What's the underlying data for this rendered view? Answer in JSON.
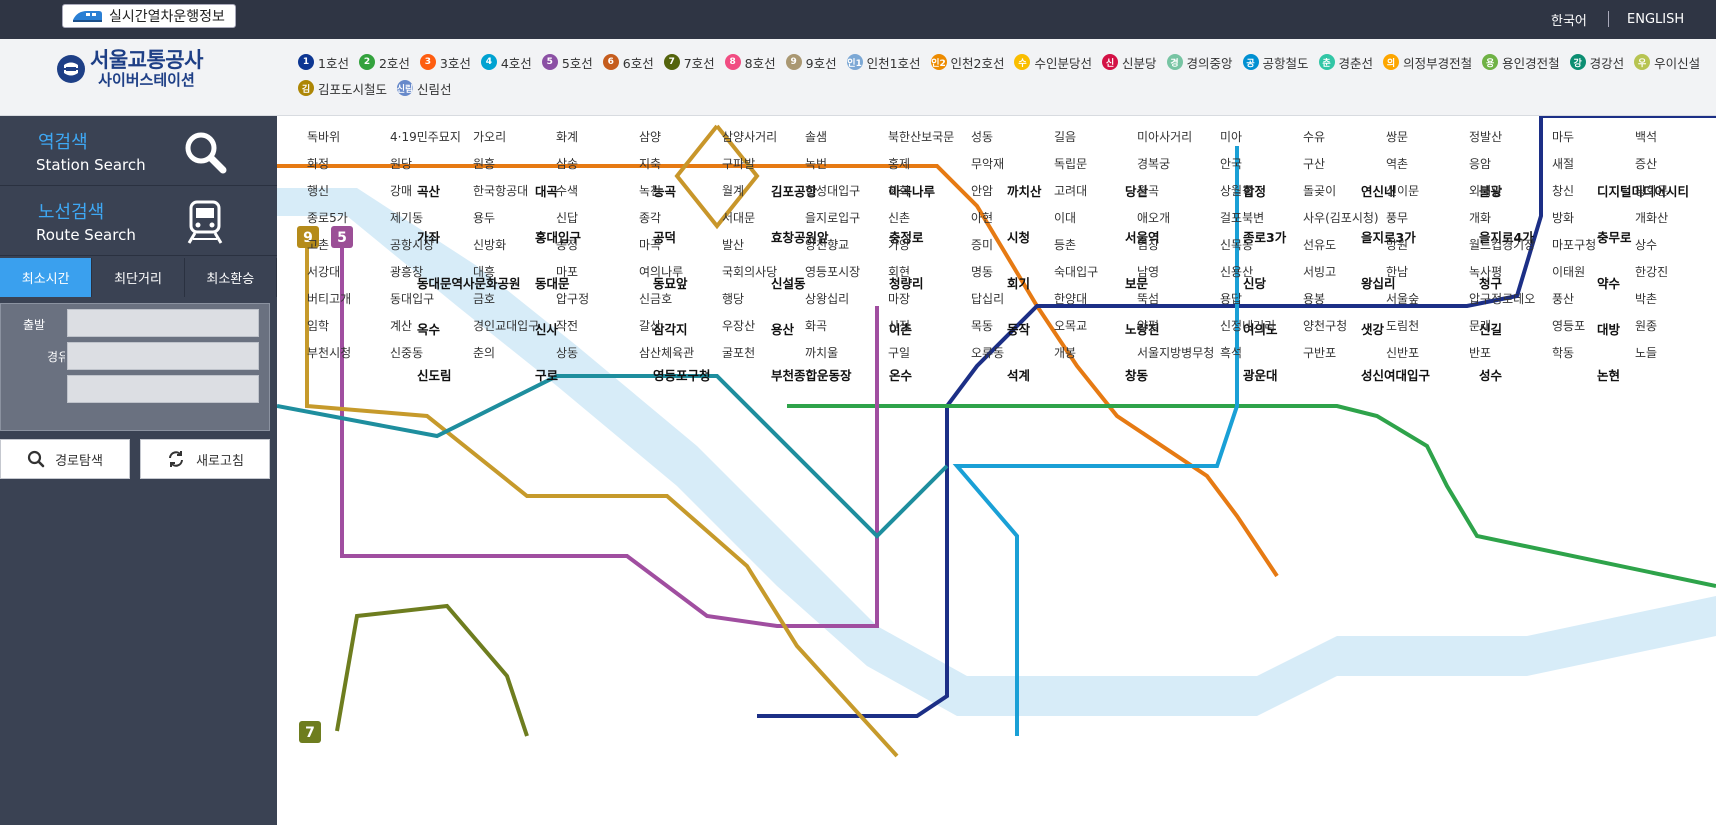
{
  "topbar": {
    "realtime_label": "실시간열차운행정보",
    "lang_ko": "한국어",
    "lang_en": "ENGLISH"
  },
  "logo": {
    "main": "서울교통공사",
    "sub": "사이버스테이션"
  },
  "legend": [
    {
      "badge": "1",
      "label": "1호선",
      "color": "#0d3692"
    },
    {
      "badge": "2",
      "label": "2호선",
      "color": "#33a23d"
    },
    {
      "badge": "3",
      "label": "3호선",
      "color": "#fe5d10"
    },
    {
      "badge": "4",
      "label": "4호선",
      "color": "#00a2d1"
    },
    {
      "badge": "5",
      "label": "5호선",
      "color": "#8b50a4"
    },
    {
      "badge": "6",
      "label": "6호선",
      "color": "#c55c1d"
    },
    {
      "badge": "7",
      "label": "7호선",
      "color": "#54640d"
    },
    {
      "badge": "8",
      "label": "8호선",
      "color": "#f14c82"
    },
    {
      "badge": "9",
      "label": "9호선",
      "color": "#aa9872"
    },
    {
      "badge": "인1",
      "label": "인천1호선",
      "color": "#7ca8d5"
    },
    {
      "badge": "인2",
      "label": "인천2호선",
      "color": "#ed8b00"
    },
    {
      "badge": "수",
      "label": "수인분당선",
      "color": "#fabe00"
    },
    {
      "badge": "신",
      "label": "신분당",
      "color": "#d31145"
    },
    {
      "badge": "경",
      "label": "경의중앙",
      "color": "#77c4a3"
    },
    {
      "badge": "공",
      "label": "공항철도",
      "color": "#0090d2"
    },
    {
      "badge": "춘",
      "label": "경춘선",
      "color": "#32c6a6"
    },
    {
      "badge": "의",
      "label": "의정부경전철",
      "color": "#fda600"
    },
    {
      "badge": "용",
      "label": "용인경전철",
      "color": "#6fb245"
    },
    {
      "badge": "강",
      "label": "경강선",
      "color": "#0c8e72"
    },
    {
      "badge": "우",
      "label": "우이신설",
      "color": "#b7c452"
    },
    {
      "badge": "김",
      "label": "김포도시철도",
      "color": "#ad8605"
    },
    {
      "badge": "신림",
      "label": "신림선",
      "color": "#6789ca"
    }
  ],
  "sidebar": {
    "station_search_ko": "역검색",
    "station_search_en": "Station Search",
    "route_search_ko": "노선검색",
    "route_search_en": "Route Search",
    "tabs": [
      "최소시간",
      "최단거리",
      "최소환승"
    ],
    "departure_label": "출발",
    "via_label": "경유",
    "search_button": "경로탐색",
    "refresh_button": "새로고침"
  },
  "map": {
    "badges": [
      {
        "text": "9",
        "color": "#b58b1a"
      },
      {
        "text": "5",
        "color": "#9b4f96"
      },
      {
        "text": "7",
        "color": "#6e7d1f"
      }
    ],
    "stations_major": [
      "곡산",
      "대곡",
      "능곡",
      "김포공항",
      "마곡나루",
      "까치산",
      "당산",
      "합정",
      "연신내",
      "불광",
      "디지털미디어시티",
      "가좌",
      "홍대입구",
      "공덕",
      "효창공원앞",
      "충정로",
      "시청",
      "서울역",
      "종로3가",
      "을지로3가",
      "을지로4가",
      "충무로",
      "동대문역사문화공원",
      "동대문",
      "동묘앞",
      "신설동",
      "청량리",
      "회기",
      "보문",
      "신당",
      "왕십리",
      "청구",
      "약수",
      "옥수",
      "신사",
      "삼각지",
      "용산",
      "이촌",
      "동작",
      "노량진",
      "여의도",
      "샛강",
      "신길",
      "대방",
      "신도림",
      "구로",
      "영등포구청",
      "부천종합운동장",
      "온수",
      "석계",
      "창동",
      "광운대",
      "성신여대입구",
      "성수",
      "논현"
    ],
    "stations": [
      "독바위",
      "4·19민주묘지",
      "가오리",
      "화계",
      "삼양",
      "삼양사거리",
      "솔샘",
      "북한산보국문",
      "성동",
      "길음",
      "미아사거리",
      "미아",
      "수유",
      "쌍문",
      "정발산",
      "마두",
      "백석",
      "화정",
      "원당",
      "원흥",
      "삼송",
      "지축",
      "구파발",
      "녹번",
      "홍제",
      "무악재",
      "독립문",
      "경복궁",
      "안국",
      "구산",
      "역촌",
      "응암",
      "새절",
      "증산",
      "행신",
      "강매",
      "한국항공대",
      "수색",
      "녹천",
      "월계",
      "한성대입구",
      "혜화",
      "안암",
      "고려대",
      "월곡",
      "상월곡",
      "돌곶이",
      "신이문",
      "외대앞",
      "창신",
      "광화문",
      "종로5가",
      "제기동",
      "용두",
      "신답",
      "종각",
      "서대문",
      "을지로입구",
      "신촌",
      "아현",
      "이대",
      "애오개",
      "걸포북변",
      "사우(김포시청)",
      "풍무",
      "개화",
      "방화",
      "개화산",
      "고촌",
      "공항시장",
      "신방화",
      "송정",
      "마곡",
      "발산",
      "양천향교",
      "가양",
      "증미",
      "등촌",
      "염창",
      "신목동",
      "선유도",
      "망원",
      "월드컵경기장",
      "마포구청",
      "상수",
      "서강대",
      "광흥창",
      "대흥",
      "마포",
      "여의나루",
      "국회의사당",
      "영등포시장",
      "회현",
      "명동",
      "숙대입구",
      "남영",
      "신용산",
      "서빙고",
      "한남",
      "녹사평",
      "이태원",
      "한강진",
      "버티고개",
      "동대입구",
      "금호",
      "압구정",
      "신금호",
      "행당",
      "상왕십리",
      "마장",
      "답십리",
      "한양대",
      "뚝섬",
      "용답",
      "용봉",
      "서울숲",
      "압구정로데오",
      "풍산",
      "박촌",
      "임학",
      "계산",
      "경인교대입구",
      "작전",
      "갈산",
      "우장산",
      "화곡",
      "신정",
      "목동",
      "오목교",
      "양평",
      "신정네거리",
      "양천구청",
      "도림천",
      "문래",
      "영등포",
      "원종",
      "부천시청",
      "신중동",
      "춘의",
      "상동",
      "삼산체육관",
      "굴포천",
      "까치울",
      "구일",
      "오류동",
      "개봉",
      "서울지방병무청",
      "흑석",
      "구반포",
      "신반포",
      "반포",
      "학동",
      "노들"
    ]
  }
}
